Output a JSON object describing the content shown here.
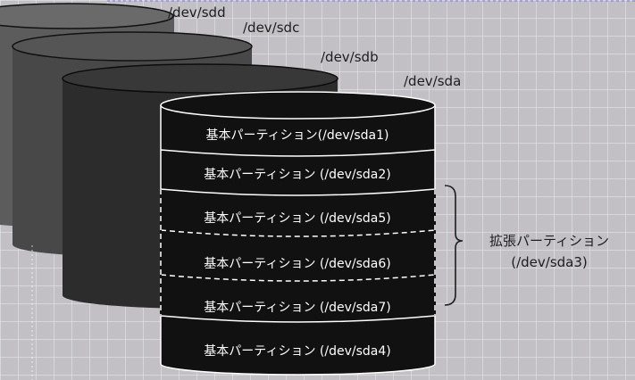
{
  "disks": [
    {
      "name": "/dev/sdd"
    },
    {
      "name": "/dev/sdc"
    },
    {
      "name": "/dev/sdb"
    },
    {
      "name": "/dev/sda"
    }
  ],
  "partitions": [
    {
      "label": "基本パーティション(/dev/sda1)"
    },
    {
      "label": "基本パーティション (/dev/sda2)"
    },
    {
      "label": "基本パーティション (/dev/sda5)"
    },
    {
      "label": "基本パーティション (/dev/sda6)"
    },
    {
      "label": "基本パーティション (/dev/sda7)"
    },
    {
      "label": "基本パーティション (/dev/sda4)"
    }
  ],
  "extended": {
    "line1": "拡張パーティション",
    "line2": "(/dev/sda3)"
  },
  "colors": {
    "sdd": "#5c5c5c",
    "sdc": "#484848",
    "sdb": "#2c2c2c",
    "sda": "#111111",
    "outline": "#ffffff"
  }
}
